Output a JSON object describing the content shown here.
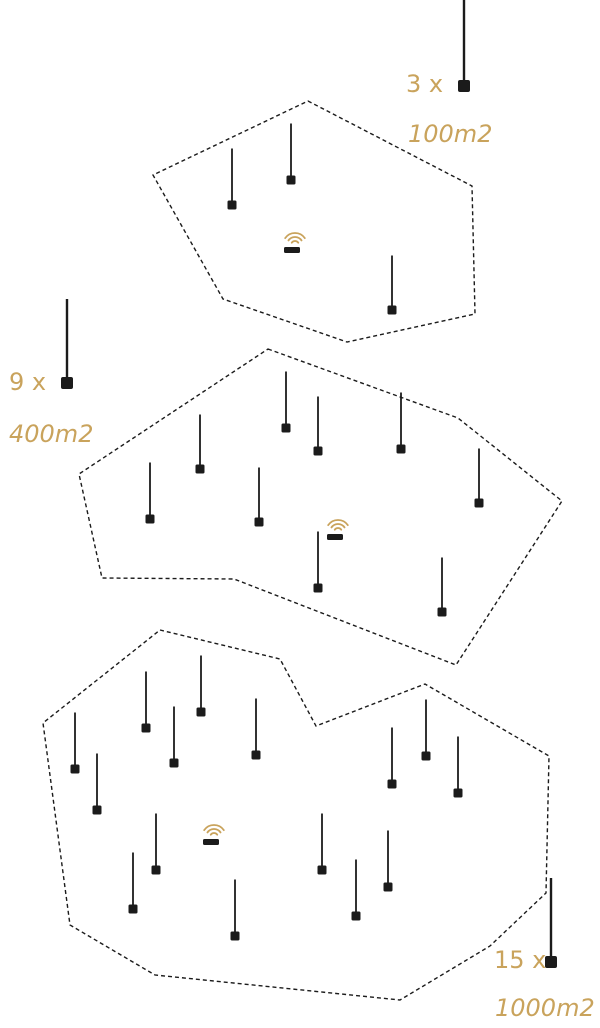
{
  "colors": {
    "accent": "#c9a35c",
    "sensor": "#1b1b1b",
    "boundary": "#1b1b1b",
    "background": "#ffffff"
  },
  "icons": {
    "sensor": "sensor-antenna-icon",
    "gateway": "wifi-gateway-icon"
  },
  "zones": [
    {
      "id": "small",
      "count_label": "3 x",
      "area_label": "100m2",
      "sensors": 3
    },
    {
      "id": "medium",
      "count_label": "9 x",
      "area_label": "400m2",
      "sensors": 9
    },
    {
      "id": "large",
      "count_label": "15 x",
      "area_label": "1000m2",
      "sensors": 15
    }
  ]
}
